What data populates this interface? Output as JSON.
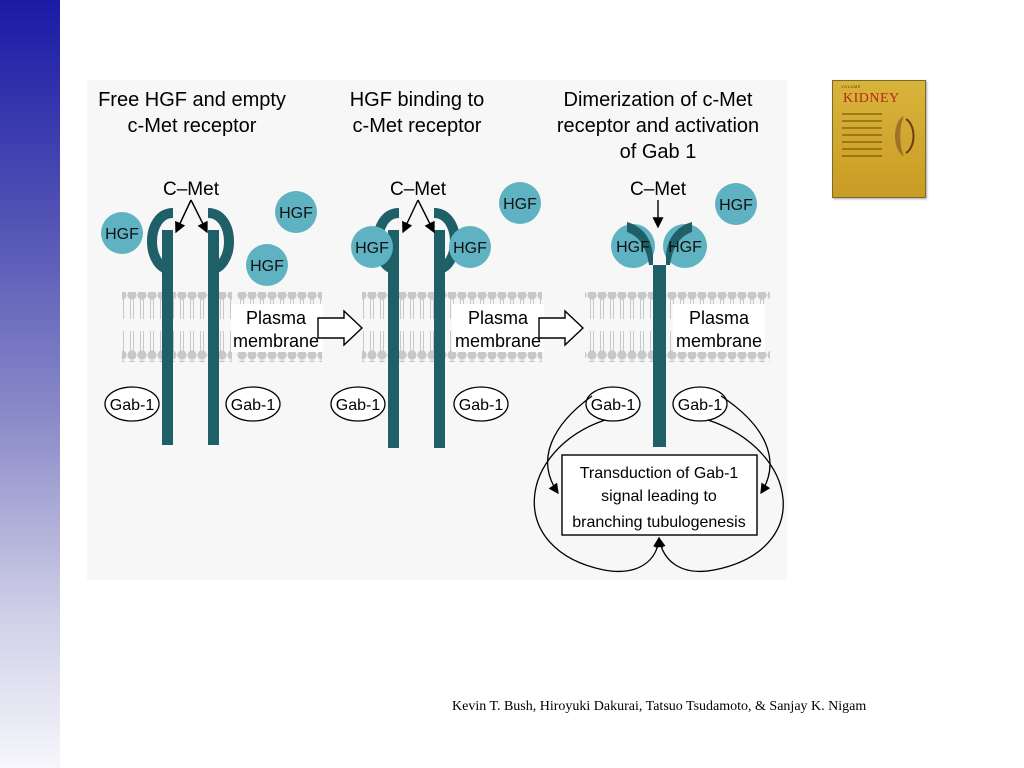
{
  "colors": {
    "receptor": "#1f5f67",
    "hgf_fill": "#5fb2c2",
    "membrane_head": "#c8c8c8",
    "sidebar_top": "#1a1aa6",
    "sidebar_bottom": "#f6f6fb"
  },
  "diagram": {
    "panel1": {
      "title_line1": "Free HGF and empty",
      "title_line2": "c-Met receptor"
    },
    "panel2": {
      "title_line1": "HGF binding to",
      "title_line2": "c-Met receptor"
    },
    "panel3": {
      "title_line1": "Dimerization of c-Met",
      "title_line2": "receptor and activation",
      "title_line3": "of Gab 1"
    },
    "cmet_label": "C–Met",
    "hgf_label": "HGF",
    "gab1_label": "Gab-1",
    "membrane_line1": "Plasma",
    "membrane_line2": "membrane",
    "outcome_line1": "Transduction of Gab-1",
    "outcome_line2": "signal leading to",
    "outcome_line3": "branching tubulogenesis"
  },
  "book_cover": {
    "title": "KIDNEY",
    "icon": "book-cover-image"
  },
  "citation": "Kevin T. Bush, Hiroyuki Dakurai, Tatsuo Tsudamoto, & Sanjay K. Nigam"
}
